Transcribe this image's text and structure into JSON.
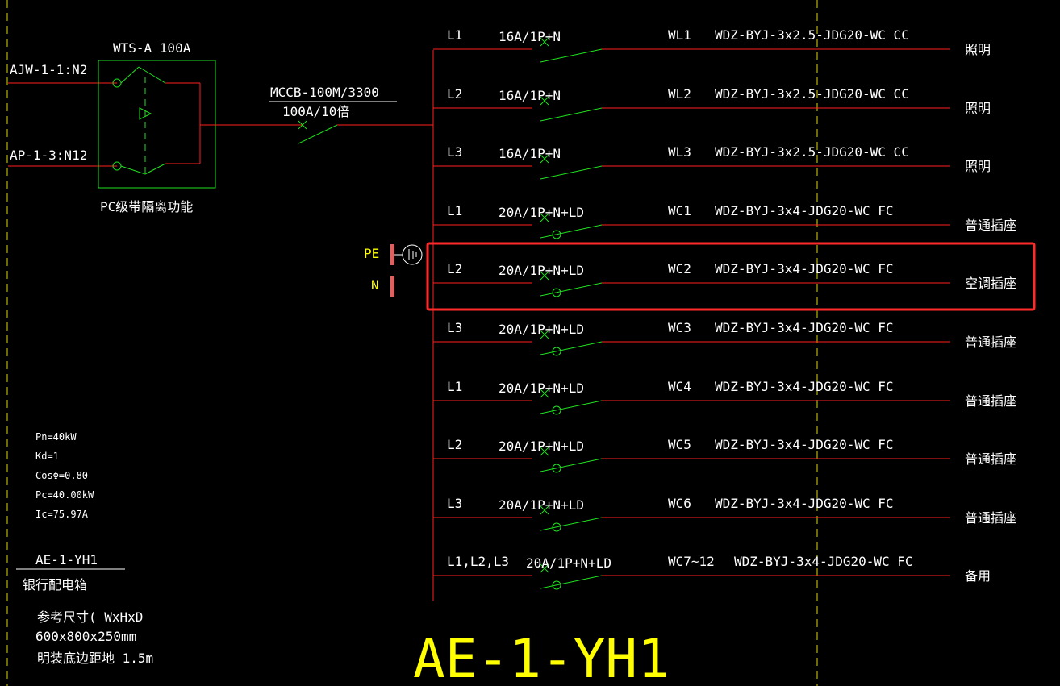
{
  "colors": {
    "background": "#000000",
    "wire_red": "#ff2020",
    "breaker_green": "#20e020",
    "text_white": "#ffffff",
    "text_yellow": "#ffff00",
    "guide_yellow_dashed": "#d8d800",
    "highlight_red": "#ff2a2a",
    "terminal_pink": "#e06060"
  },
  "panel": {
    "id_title": "AE-1-YH1",
    "big_title": "AE-1-YH1",
    "name": "银行配电箱",
    "size_label": "参考尺寸(     WxHxD",
    "size_value": "600x800x250mm",
    "mount_label": "明装底边距地    1.5m"
  },
  "params": {
    "pn": "Pn=40kW",
    "kd": "Kd=1",
    "cos": "CosΦ=0.80",
    "pc": "Pc=40.00kW",
    "ic": "Ic=75.97A"
  },
  "incoming": {
    "source1": "AJW-1-1:N2",
    "source2": "AP-1-3:N12",
    "ats_title": "WTS-A 100A",
    "ats_note": "PC级带隔离功能",
    "main_breaker_model": "MCCB-100M/3300",
    "main_breaker_rating": "100A/10倍"
  },
  "terminals": {
    "pe": "PE",
    "n": "N"
  },
  "circuits": [
    {
      "phase": "L1",
      "breaker": "16A/1P+N",
      "id": "WL1",
      "cable": "WDZ-BYJ-3x2.5-JDG20-WC CC",
      "use": "照明",
      "ld": false
    },
    {
      "phase": "L2",
      "breaker": "16A/1P+N",
      "id": "WL2",
      "cable": "WDZ-BYJ-3x2.5-JDG20-WC CC",
      "use": "照明",
      "ld": false
    },
    {
      "phase": "L3",
      "breaker": "16A/1P+N",
      "id": "WL3",
      "cable": "WDZ-BYJ-3x2.5-JDG20-WC CC",
      "use": "照明",
      "ld": false
    },
    {
      "phase": "L1",
      "breaker": "20A/1P+N+LD",
      "id": "WC1",
      "cable": "WDZ-BYJ-3x4-JDG20-WC FC",
      "use": "普通插座",
      "ld": true
    },
    {
      "phase": "L2",
      "breaker": "20A/1P+N+LD",
      "id": "WC2",
      "cable": "WDZ-BYJ-3x4-JDG20-WC FC",
      "use": "空调插座",
      "ld": true,
      "highlighted": true
    },
    {
      "phase": "L3",
      "breaker": "20A/1P+N+LD",
      "id": "WC3",
      "cable": "WDZ-BYJ-3x4-JDG20-WC FC",
      "use": "普通插座",
      "ld": true
    },
    {
      "phase": "L1",
      "breaker": "20A/1P+N+LD",
      "id": "WC4",
      "cable": "WDZ-BYJ-3x4-JDG20-WC FC",
      "use": "普通插座",
      "ld": true
    },
    {
      "phase": "L2",
      "breaker": "20A/1P+N+LD",
      "id": "WC5",
      "cable": "WDZ-BYJ-3x4-JDG20-WC FC",
      "use": "普通插座",
      "ld": true
    },
    {
      "phase": "L3",
      "breaker": "20A/1P+N+LD",
      "id": "WC6",
      "cable": "WDZ-BYJ-3x4-JDG20-WC FC",
      "use": "普通插座",
      "ld": true
    },
    {
      "phase": "L1,L2,L3",
      "breaker": "20A/1P+N+LD",
      "id": "WC7~12",
      "cable": "WDZ-BYJ-3x4-JDG20-WC FC",
      "use": "备用",
      "ld": true
    }
  ]
}
